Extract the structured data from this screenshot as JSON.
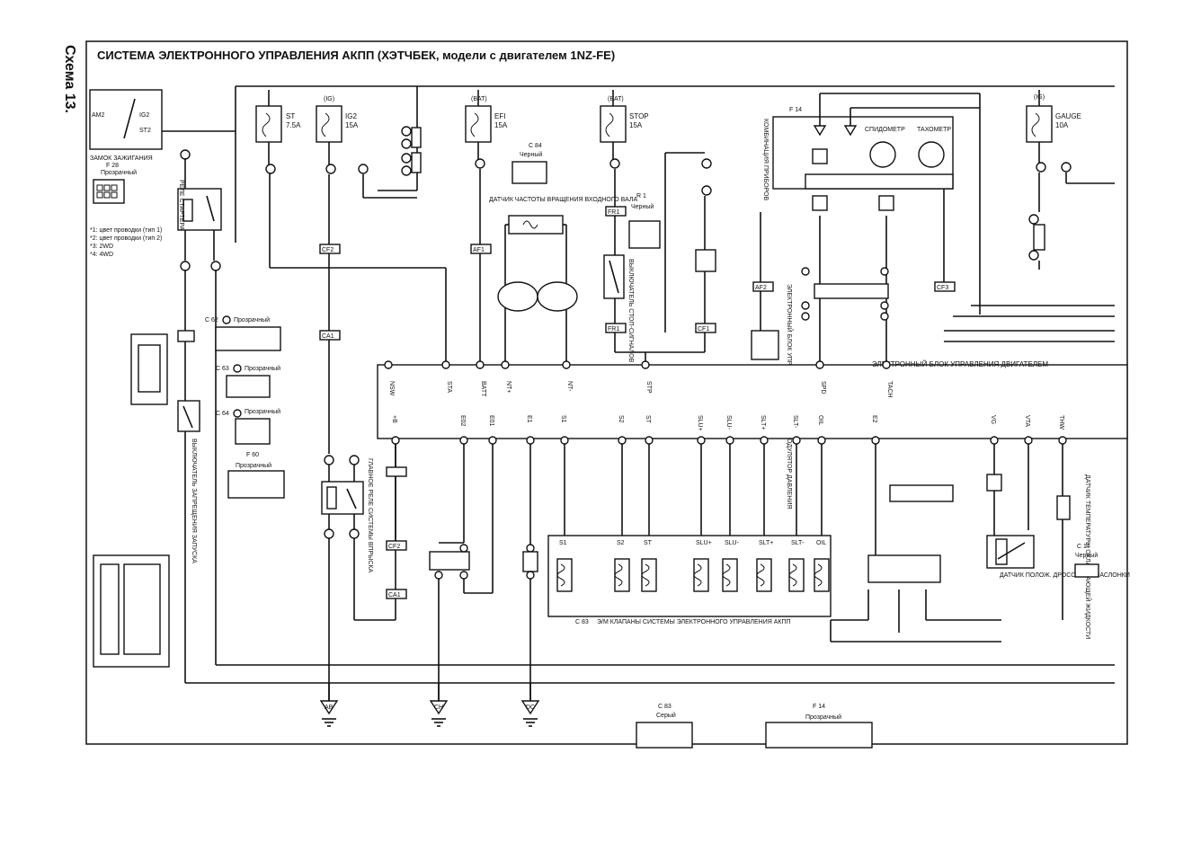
{
  "scheme_number": "Схема 13.",
  "title": "СИСТЕМА ЭЛЕКТРОННОГО УПРАВЛЕНИЯ АКПП (ХЭТЧБЕК, модели с двигателем 1NZ-FE)",
  "fuses": [
    {
      "circuit": "",
      "name": "ST",
      "rating": "7.5A"
    },
    {
      "circuit": "(IG)",
      "name": "IG2",
      "rating": "15A"
    },
    {
      "circuit": "(BAT)",
      "name": "EFI",
      "rating": "15A"
    },
    {
      "circuit": "(BAT)",
      "name": "STOP",
      "rating": "15A"
    },
    {
      "circuit": "(IG)",
      "name": "GAUGE",
      "rating": "10A"
    }
  ],
  "ignition": {
    "label": "ЗАМОК ЗАЖИГАНИЯ",
    "connector": "F 28",
    "color": "Прозрачный",
    "terminals": [
      "AM2",
      "IG2",
      "ST2"
    ]
  },
  "starter_relay": "РЕЛЕ СТАРТЕРА",
  "neutral_switch": "ВЫКЛЮЧАТЕЛЬ ЗАПРЕЩЕНИЯ ЗАПУСКА",
  "main_relay": "ГЛАВНОЕ РЕЛЕ СИСТЕМЫ ВПРЫСКА",
  "speed_sensor": {
    "label": "ДАТЧИК ЧАСТОТЫ ВРАЩЕНИЯ ВХОДНОГО ВАЛА",
    "connector": "C 84",
    "color": "Черный"
  },
  "stop_switch": {
    "label": "ВЫКЛЮЧАТЕЛЬ СТОП-СИГНАЛОВ",
    "connector": "R 1",
    "color": "Черный"
  },
  "meter": {
    "label": "КОМБИНАЦИЯ ПРИБОРОВ",
    "connector": "F 14",
    "speedo": "СПИДОМЕТР",
    "tacho": "ТАХОМЕТР"
  },
  "abs_unit": "ЭЛЕКТРОННЫЙ БЛОК УПРАВЛЕНИЯ ABS & ВА И МОДУЛЯТОР ДАВЛЕНИЯ",
  "ecu": {
    "label": "ЭЛЕКТРОННЫЙ БЛОК УПРАВЛЕНИЯ ДВИГАТЕЛЕМ",
    "top_pins": [
      "NSW",
      "STA",
      "BATT",
      "NT+",
      "NT-",
      "STP",
      "SPD",
      "TACH"
    ],
    "bottom_pins": [
      "+B",
      "E02",
      "E01",
      "E1",
      "S1",
      "S2",
      "ST",
      "SLU+",
      "SLU-",
      "SLT+",
      "SLT-",
      "OIL",
      "E2",
      "VG",
      "VTA",
      "THW"
    ]
  },
  "solenoid_block": {
    "label": "Э/М КЛАПАНЫ СИСТЕМЫ ЭЛЕКТРОННОГО УПРАВЛЕНИЯ АКПП",
    "connector": "C 83",
    "pins": [
      "S1",
      "S2",
      "ST",
      "SLU+",
      "SLU-",
      "SLT+",
      "SLT-",
      "OIL"
    ]
  },
  "throttle_sensor": "ДАТЧИК ПОЛОЖ. ДРОССЕЛЬН. ЗАСЛОНКИ",
  "coolant_sensor": {
    "label": "ДАТЧИК ТЕМПЕРАТУРЫ ОХЛАЖДАЮЩЕЙ ЖИДКОСТИ",
    "connector": "C 17",
    "color": "Черный"
  },
  "notes": [
    "*1: цвет проводки (тип 1)",
    "*2: цвет проводки (тип 2)",
    "*3: 2WD",
    "*4: 4WD"
  ],
  "connectors": [
    {
      "id": "C 62",
      "color": "Прозрачный"
    },
    {
      "id": "C 63",
      "color": "Прозрачный"
    },
    {
      "id": "C 64",
      "color": "Прозрачный"
    },
    {
      "id": "F 60",
      "color": "Прозрачный"
    }
  ],
  "ground_points": [
    "AB",
    "CH",
    "DC"
  ],
  "bottom_connectors": [
    {
      "id": "C 83",
      "color": "Серый"
    },
    {
      "id": "F 14",
      "color": "Прозрачный"
    }
  ]
}
